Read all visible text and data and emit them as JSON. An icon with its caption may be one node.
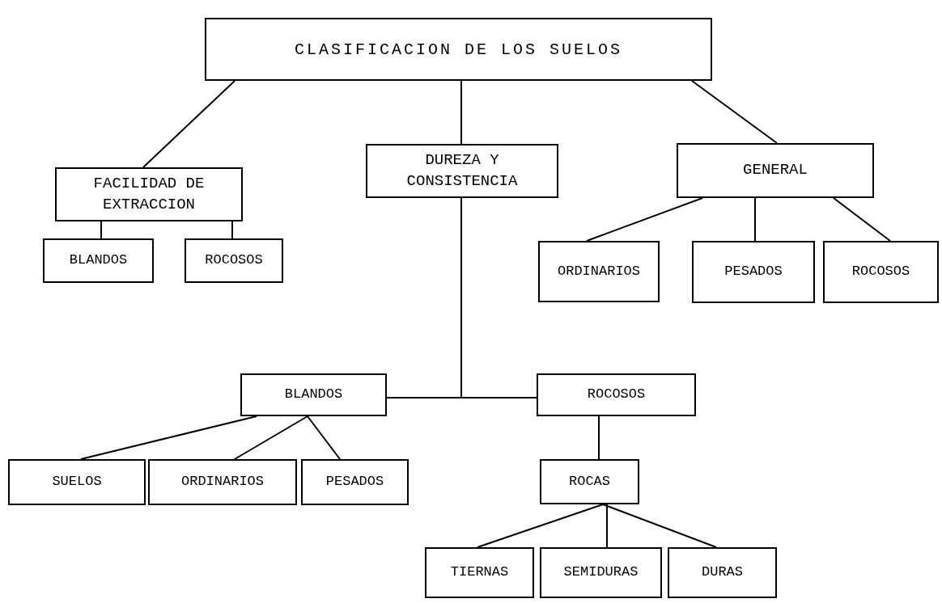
{
  "diagram": {
    "nodes": [
      {
        "text": [
          "CLASIFICACION DE LOS SUELOS"
        ]
      },
      {
        "text": [
          "FACILIDAD DE EXTRACCION"
        ]
      },
      {
        "text": [
          "DUREZA Y CONSISTENCIA"
        ]
      },
      {
        "text": [
          "GENERAL"
        ]
      },
      {
        "text": [
          "BLANDOS"
        ]
      },
      {
        "text": [
          "ROCOSOS"
        ]
      },
      {
        "text": [
          "ORDINARIOS"
        ]
      },
      {
        "text": [
          "PESADOS"
        ]
      },
      {
        "text": [
          "ROCOSOS"
        ]
      },
      {
        "text": [
          "BLANDOS"
        ]
      },
      {
        "text": [
          "ROCOSOS"
        ]
      },
      {
        "text": [
          "SUELOS"
        ]
      },
      {
        "text": [
          "ORDINARIOS"
        ]
      },
      {
        "text": [
          "PESADOS"
        ]
      },
      {
        "text": [
          "ROCAS"
        ]
      },
      {
        "text": [
          "TIERNAS"
        ]
      },
      {
        "text": [
          "SEMIDURAS"
        ]
      },
      {
        "text": [
          "DURAS"
        ]
      }
    ],
    "edges": [
      {
        "from": 0,
        "to": 1,
        "arrow": "none"
      },
      {
        "from": 0,
        "to": 2,
        "arrow": "none"
      },
      {
        "from": 0,
        "to": 3,
        "arrow": "none"
      },
      {
        "from": 1,
        "to": 4,
        "arrow": "none"
      },
      {
        "from": 1,
        "to": 5,
        "arrow": "none"
      },
      {
        "from": 3,
        "to": 6,
        "arrow": "none"
      },
      {
        "from": 3,
        "to": 7,
        "arrow": "none"
      },
      {
        "from": 3,
        "to": 8,
        "arrow": "none"
      },
      {
        "from": 2,
        "to": 9,
        "arrow": "none"
      },
      {
        "from": 2,
        "to": 10,
        "arrow": "none"
      },
      {
        "from": 9,
        "to": 11,
        "arrow": "none"
      },
      {
        "from": 9,
        "to": 12,
        "arrow": "none"
      },
      {
        "from": 9,
        "to": 13,
        "arrow": "none"
      },
      {
        "from": 10,
        "to": 14,
        "arrow": "none"
      },
      {
        "from": 14,
        "to": 15,
        "arrow": "none"
      },
      {
        "from": 14,
        "to": 16,
        "arrow": "none"
      },
      {
        "from": 14,
        "to": 17,
        "arrow": "none"
      }
    ]
  }
}
